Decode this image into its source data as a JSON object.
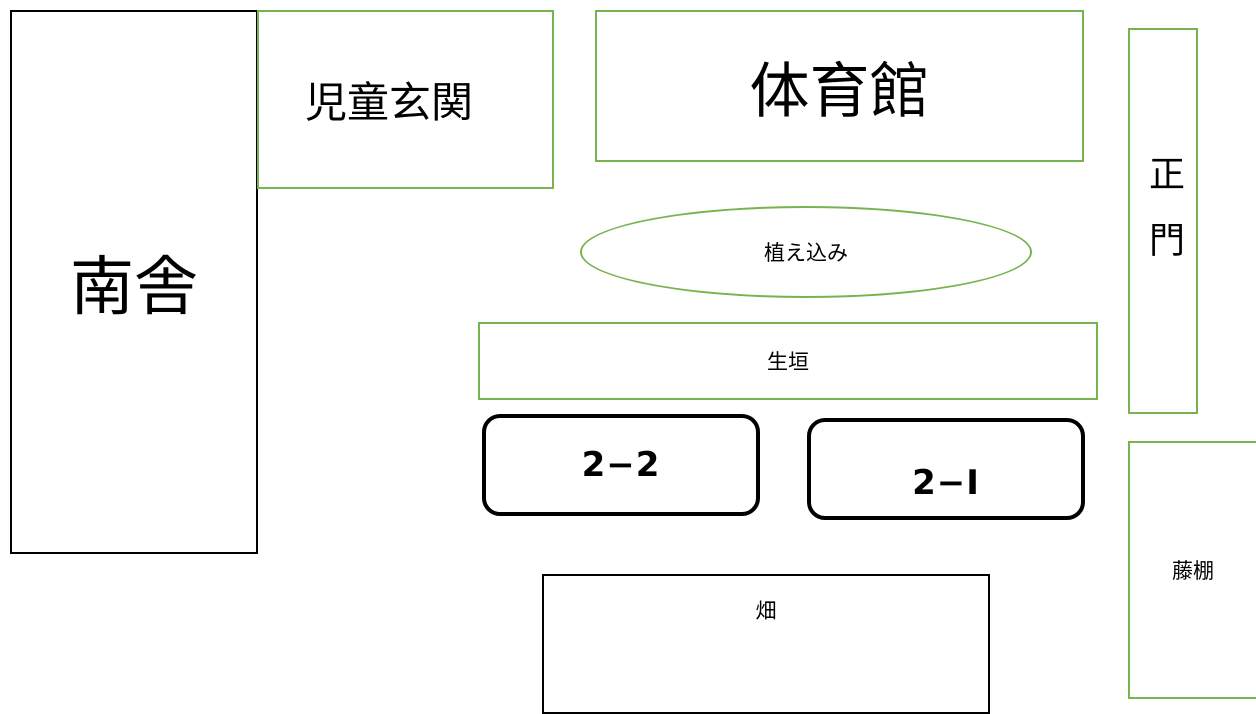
{
  "labels": {
    "south_building": "南舎",
    "student_entrance": "児童玄関",
    "gymnasium": "体育館",
    "main_gate": "正門",
    "plantings": "植え込み",
    "hedge": "生垣",
    "class_2_2": "2−2",
    "class_2_1": "2−I",
    "wisteria_trellis": "藤棚",
    "field": "畑"
  },
  "colors": {
    "building_border": "#000000",
    "garden_border": "#77b34f"
  }
}
